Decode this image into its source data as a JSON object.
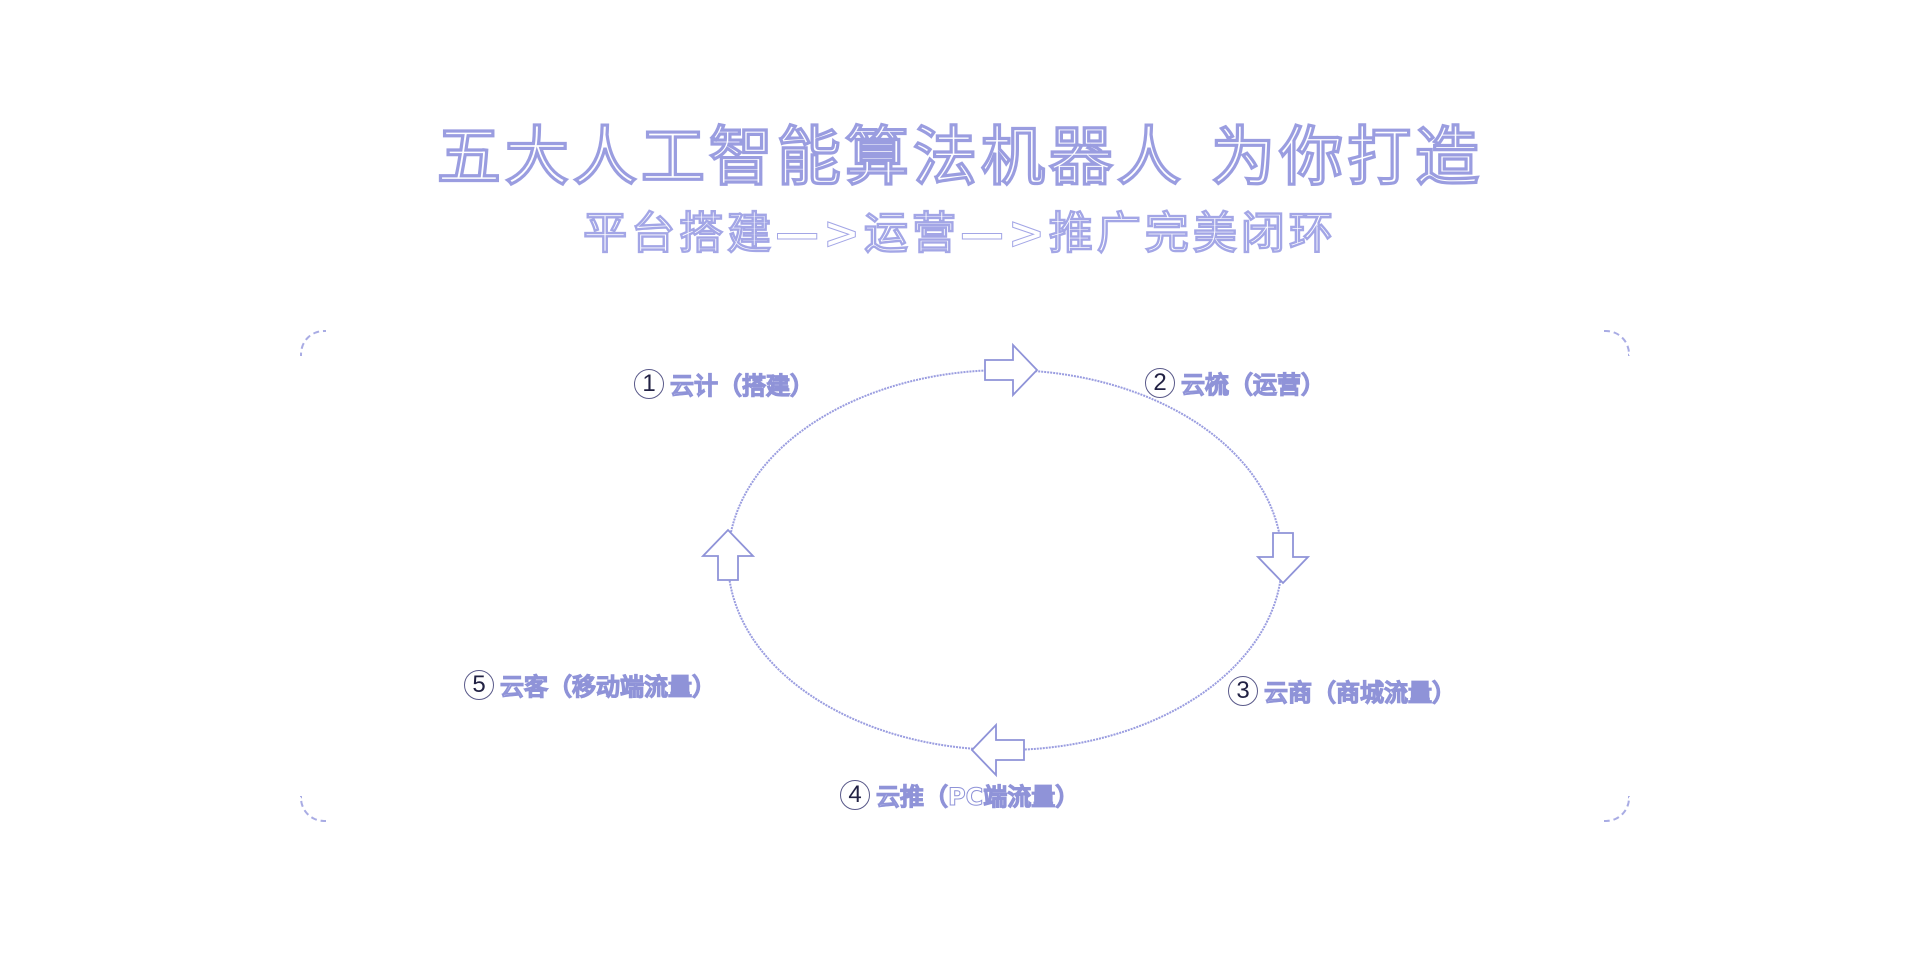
{
  "header": {
    "title": "五大人工智能算法机器人 为你打造",
    "subtitle": "平台搭建—>运营—>推广完美闭环"
  },
  "steps": [
    {
      "number": "1",
      "label": "云计（搭建）"
    },
    {
      "number": "2",
      "label": "云梳（运营）"
    },
    {
      "number": "3",
      "label": "云商（商城流量）"
    },
    {
      "number": "4",
      "label": "云推（PC端流量）"
    },
    {
      "number": "5",
      "label": "云客（移动端流量）"
    }
  ],
  "colors": {
    "outline": "#9a9de0",
    "cycle_stroke": "#9a9de0",
    "number_circle": "#5a5a8a"
  }
}
